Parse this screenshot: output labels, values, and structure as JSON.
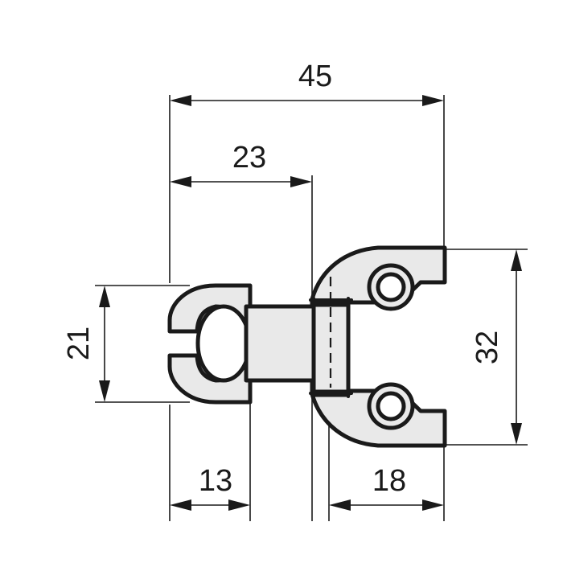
{
  "drawing": {
    "title": "Hinge bracket orthographic dimension drawing",
    "units": "mm",
    "background_color": "#ffffff",
    "line_color": "#1a1a1a",
    "fill_color": "#e9e9e9",
    "hole_fill_color": "#ffffff"
  },
  "dimensions": {
    "overall_width": {
      "label": "45",
      "orientation": "horizontal",
      "position": "top"
    },
    "left_to_pivot_width": {
      "label": "23",
      "orientation": "horizontal",
      "position": "top-inner"
    },
    "left_body_height": {
      "label": "21",
      "orientation": "vertical-rotated",
      "position": "left"
    },
    "right_wing_height": {
      "label": "32",
      "orientation": "vertical-rotated",
      "position": "right"
    },
    "left_segment_width": {
      "label": "13",
      "orientation": "horizontal",
      "position": "bottom-left"
    },
    "right_segment_width": {
      "label": "18",
      "orientation": "horizontal",
      "position": "bottom-right"
    }
  },
  "features": {
    "left_clamp": "c-shaped-snap-clamp",
    "center_arm": "connecting-arm",
    "pivot_collar": "hinge-pivot-collar",
    "right_wing": "two-hole-mounting-wing",
    "mounting_holes": [
      {
        "name": "upper-mounting-hole"
      },
      {
        "name": "lower-mounting-hole"
      }
    ],
    "centerline": "pivot-axis-centerline"
  },
  "chart_data": {
    "type": "table",
    "title": "Hinge bracket dimensions",
    "categories": [
      "45",
      "23",
      "21",
      "32",
      "13",
      "18"
    ],
    "values": [
      45,
      23,
      21,
      32,
      13,
      18
    ]
  }
}
